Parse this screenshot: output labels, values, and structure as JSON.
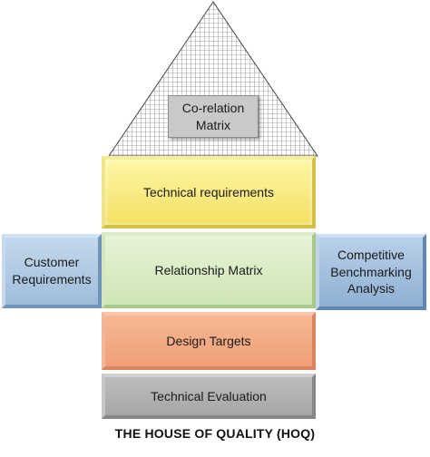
{
  "roof": {
    "label": "Co-relation\nMatrix"
  },
  "technical_requirements": {
    "label": "Technical requirements"
  },
  "relationship_matrix": {
    "label": "Relationship Matrix"
  },
  "customer_requirements": {
    "label": "Customer\nRequirements"
  },
  "competitive_benchmarking": {
    "label": "Competitive\nBenchmarking\nAnalysis"
  },
  "design_targets": {
    "label": "Design Targets"
  },
  "technical_evaluation": {
    "label": "Technical Evaluation"
  },
  "caption": "THE HOUSE OF QUALITY (HOQ)"
}
